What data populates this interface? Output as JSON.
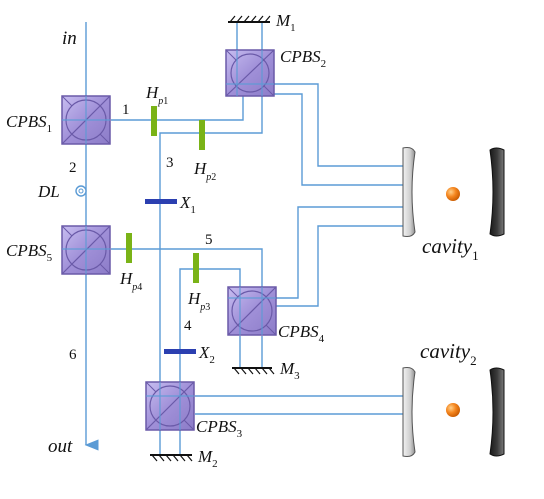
{
  "labels": {
    "in": "in",
    "out": "out",
    "dl": "DL",
    "cpbs_base": "CPBS",
    "sub_1": "1",
    "sub_2": "2",
    "sub_3": "3",
    "sub_4": "4",
    "sub_5": "5",
    "m_base": "M",
    "hp_base": "H",
    "hp_sub_p": "p",
    "x_base": "X",
    "cavity": "cavity",
    "path_1": "1",
    "path_2": "2",
    "path_3": "3",
    "path_4": "4",
    "path_5": "5",
    "path_6": "6"
  },
  "colors": {
    "beam": "#5b9bd5",
    "pbs_fill": "#a99ad6",
    "pbs_stroke": "#6a5aa8",
    "waveplate": "#7ab317",
    "x_plate": "#2b3fb0",
    "atom": "#f07d1a",
    "mirror_dark": "#1a1a1a",
    "mirror_light": "#d8d8d8"
  }
}
